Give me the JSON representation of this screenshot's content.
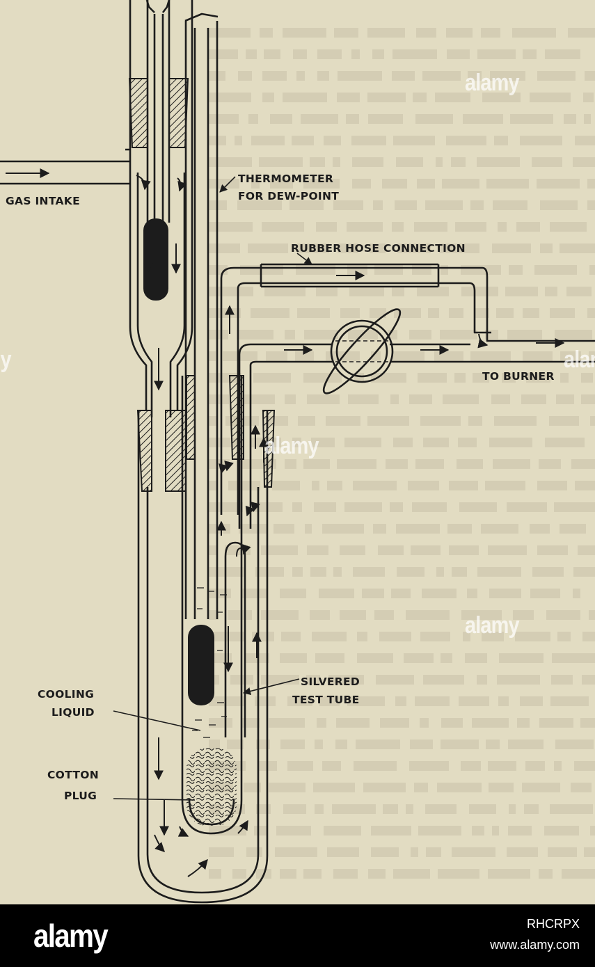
{
  "diagram": {
    "labels": {
      "gas_intake": "GAS INTAKE",
      "thermometer_line1": "THERMOMETER",
      "thermometer_line2": "FOR DEW-POINT",
      "rubber_hose": "RUBBER HOSE CONNECTION",
      "to_burner": "TO BURNER",
      "silvered_line1": "SILVERED",
      "silvered_line2": "TEST TUBE",
      "cooling_line1": "COOLING",
      "cooling_line2": "LIQUID",
      "cotton_line1": "COTTON",
      "cotton_line2": "PLUG"
    }
  },
  "watermark": {
    "text": "alamy",
    "image_id": "RHCRPX",
    "url": "www.alamy.com"
  },
  "colors": {
    "paper": "#e2dcc2",
    "ink": "#1c1c1c",
    "footer": "#000000"
  }
}
